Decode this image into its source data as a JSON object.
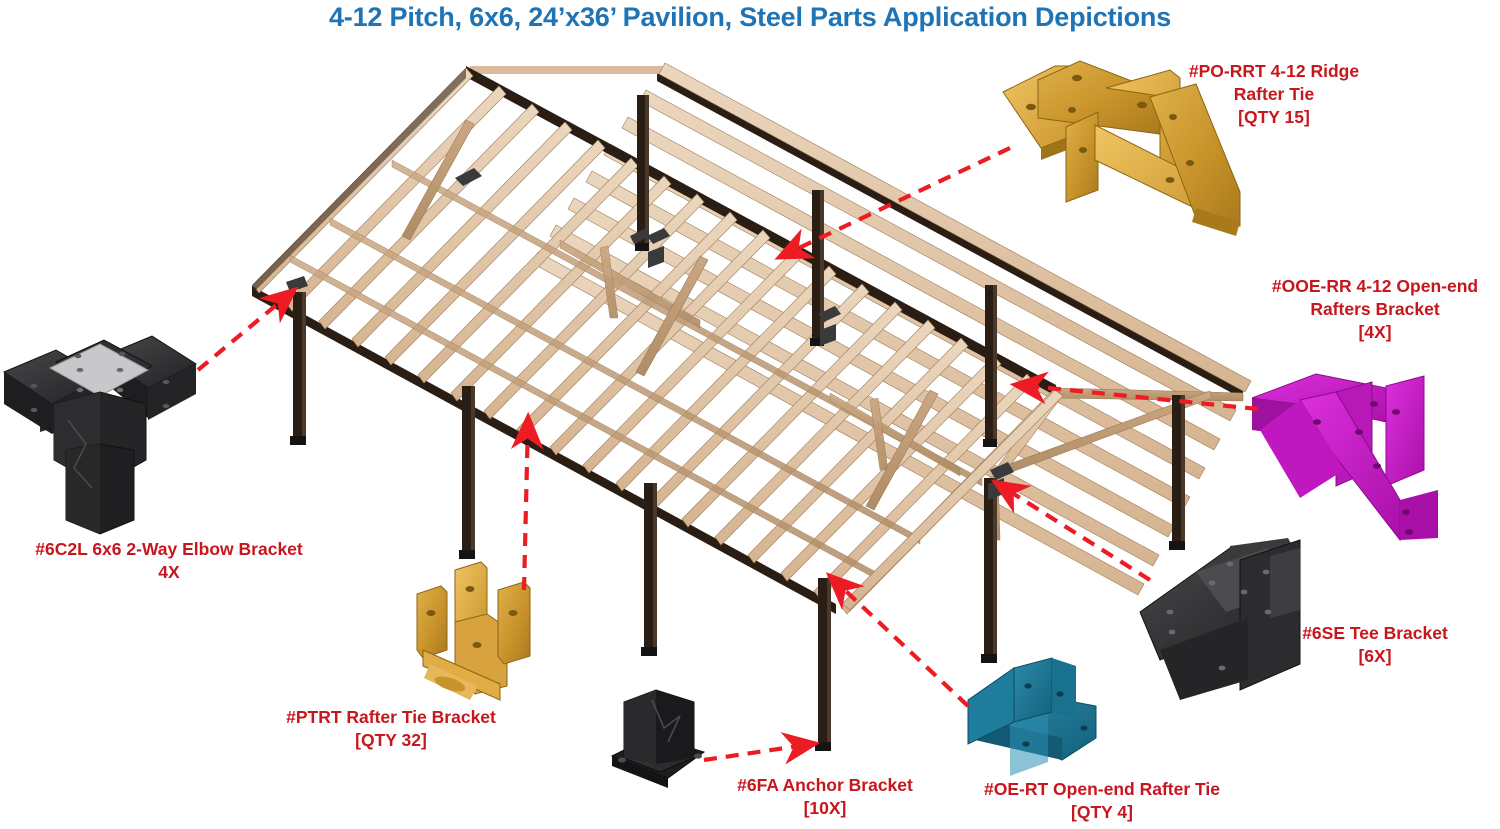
{
  "page": {
    "title": "4-12 Pitch, 6x6, 24’x36’ Pavilion, Steel Parts Application Depictions",
    "title_color": "#1F74B5",
    "callout_color": "#C8161D",
    "background": "#FFFFFF",
    "leader_color": "#ED1C24"
  },
  "diagram": {
    "subject": "pavilion-frame-isometric",
    "wood_color": "#D9BB9C",
    "wood_light": "#E8D3BB",
    "wood_shadow": "#B99873",
    "beam_dark": "#2A1D14",
    "post_color": "#2A1D14",
    "metal_dark": "#3A3A3C",
    "roof_pitch": "4-12",
    "post_size": "6x6",
    "footprint": "24’x36’"
  },
  "callouts": [
    {
      "id": "po-rrt",
      "part_number": "#PO-RRT",
      "line1": "#PO-RRT 4-12 Ridge",
      "line2": "Rafter Tie",
      "line3": "[QTY 15]",
      "qty": "[QTY 15]",
      "color": "#C89B28",
      "position": "top-right"
    },
    {
      "id": "ooe-rr",
      "part_number": "#OOE-RR",
      "line1": "#OOE-RR 4-12 Open-end",
      "line2": "Rafters Bracket",
      "line3": "[4X]",
      "qty": "[4X]",
      "color": "#C618C6",
      "position": "right"
    },
    {
      "id": "6se",
      "part_number": "#6SE",
      "line1": "#6SE Tee Bracket",
      "line2": "[6X]",
      "line3": "",
      "qty": "[6X]",
      "color": "#2B2B2D",
      "position": "bottom-right"
    },
    {
      "id": "oe-rt",
      "part_number": "#OE-RT",
      "line1": "#OE-RT Open-end Rafter Tie",
      "line2": "[QTY 4]",
      "line3": "",
      "qty": "[QTY 4]",
      "color": "#1B6E8C",
      "position": "bottom-center-right"
    },
    {
      "id": "6fa",
      "part_number": "#6FA",
      "line1": "#6FA Anchor Bracket",
      "line2": "[10X]",
      "line3": "",
      "qty": "[10X]",
      "color": "#1A1A1A",
      "position": "bottom-center"
    },
    {
      "id": "ptrt",
      "part_number": "#PTRT",
      "line1": "#PTRT Rafter Tie Bracket",
      "line2": "[QTY 32]",
      "line3": "",
      "qty": "[QTY 32]",
      "color": "#D9A13B",
      "position": "bottom-left"
    },
    {
      "id": "6c2l",
      "part_number": "#6C2L",
      "line1": "#6C2L 6x6 2-Way Elbow Bracket",
      "line2": "4X",
      "line3": "",
      "qty": "4X",
      "color": "#2B2B2D",
      "position": "left"
    }
  ]
}
